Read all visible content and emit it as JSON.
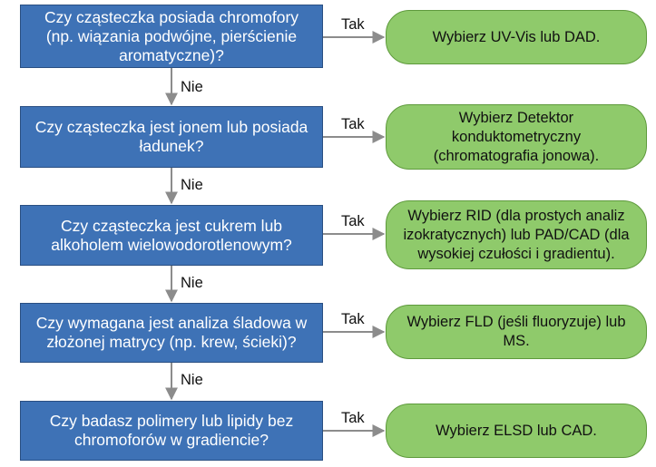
{
  "questions": [
    "Czy cząsteczka posiada chromofory (np. wiązania podwójne, pierścienie aromatyczne)?",
    "Czy cząsteczka jest jonem lub posiada ładunek?",
    "Czy cząsteczka jest cukrem lub alkoholem wielowodorotlenowym?",
    "Czy wymagana jest analiza śladowa w złożonej matrycy (np. krew, ścieki)?",
    "Czy badasz polimery lub lipidy bez chromoforów w gradiencie?"
  ],
  "answers": [
    "Wybierz UV-Vis lub DAD.",
    "Wybierz Detektor konduktometryczny (chromatografia jonowa).",
    "Wybierz RID (dla prostych analiz izokratycznych) lub PAD/CAD (dla wysokiej czułości i gradientu).",
    "Wybierz FLD (jeśli fluoryzuje) lub MS.",
    "Wybierz ELSD lub CAD."
  ],
  "yes_label": "Tak",
  "no_label": "Nie",
  "colors": {
    "question_fill": "#3e72b6",
    "answer_fill": "#8fca6b",
    "arrow": "#8c8c8c"
  }
}
